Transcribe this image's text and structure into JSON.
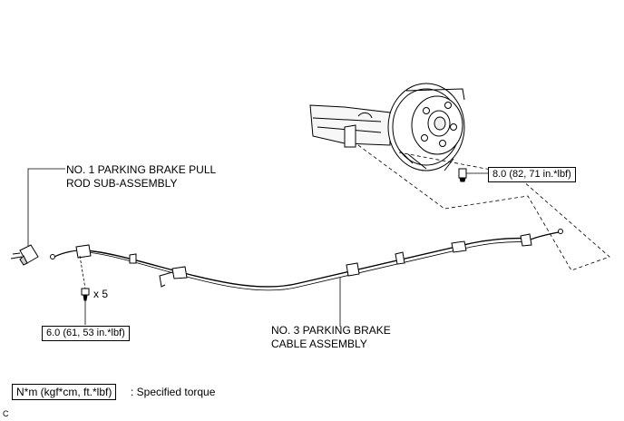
{
  "labels": {
    "pull_rod_line1": "NO. 1 PARKING BRAKE PULL",
    "pull_rod_line2": "ROD SUB-ASSEMBLY",
    "cable_line1": "NO. 3 PARKING BRAKE",
    "cable_line2": "CABLE ASSEMBLY"
  },
  "torques": {
    "bolt_upper": "8.0 (82, 71 in.*lbf)",
    "bolt_lower": "6.0 (61, 53 in.*lbf)"
  },
  "quantity": "x 5",
  "legend": {
    "box_text": "N*m (kgf*cm, ft.*lbf)",
    "description": ": Specified torque"
  },
  "corner_letter": "C"
}
